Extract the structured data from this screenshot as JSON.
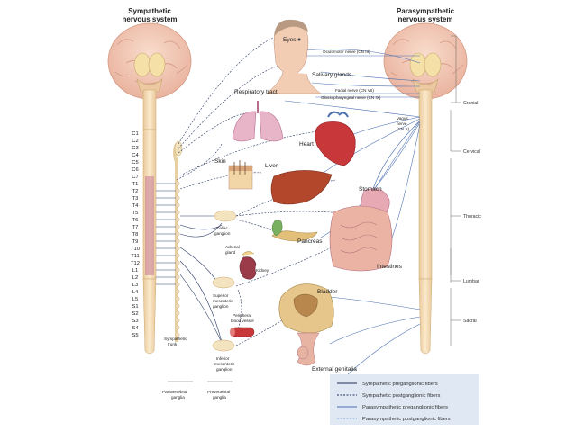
{
  "titles": {
    "sympathetic": [
      "Sympathetic",
      "nervous system"
    ],
    "parasympathetic": [
      "Parasympathetic",
      "nervous system"
    ]
  },
  "organs": {
    "eyes": "Eyes",
    "salivary": "Salivary glands",
    "respiratory": "Respiratory tract",
    "heart": "Heart",
    "skin": "Skin",
    "liver": "Liver",
    "stomach": "Stomach",
    "pancreas": "Pancreas",
    "kidney": "Kidney",
    "intestines": "Intestines",
    "bladder": "Bladder",
    "genitalia": "External genitalia",
    "adrenal": [
      "Adrenal",
      "gland"
    ],
    "vessel": [
      "Peripheral",
      "blood vessel"
    ]
  },
  "ganglia": {
    "celiac": [
      "Celiac",
      "ganglion"
    ],
    "superior": [
      "Superior",
      "mesenteric",
      "ganglion"
    ],
    "inferior": [
      "Inferior",
      "mesenteric",
      "ganglion"
    ],
    "trunk": [
      "Sympathetic",
      "trunk"
    ]
  },
  "nerves": {
    "oculomotor": "Oculomotor nerve (CN III)",
    "facial": "Facial nerve (CN VII)",
    "glossopharyngeal": "Glossopharyngeal nerve (CN IX)",
    "vagus": [
      "Vagus",
      "nerve",
      "(CN X)"
    ]
  },
  "spinal_segments": [
    "C1",
    "C2",
    "C3",
    "C4",
    "C5",
    "C6",
    "C7",
    "T1",
    "T2",
    "T3",
    "T4",
    "T5",
    "T6",
    "T7",
    "T8",
    "T9",
    "T10",
    "T11",
    "T12",
    "L1",
    "L2",
    "L3",
    "L4",
    "L5",
    "S1",
    "S2",
    "S3",
    "S4",
    "S5"
  ],
  "regions": [
    "Cranial",
    "Cervical",
    "Thoracic",
    "Lumbar",
    "Sacral"
  ],
  "bottom_labels": {
    "paravertebral": [
      "Paravertebral",
      "ganglia"
    ],
    "prevertebral": [
      "Prevertebral",
      "ganglia"
    ]
  },
  "legend": [
    {
      "label": "Sympathetic preganglionic fibers",
      "color": "#1f2f5c",
      "dash": "solid"
    },
    {
      "label": "Sympathetic postganglionic fibers",
      "color": "#1f2f5c",
      "dash": "dashed"
    },
    {
      "label": "Parasympathetic preganglionic fibers",
      "color": "#4a6fb0",
      "dash": "solid"
    },
    {
      "label": "Parasympathetic postganglionic fibers",
      "color": "#7d9fd4",
      "dash": "dashed"
    }
  ]
}
